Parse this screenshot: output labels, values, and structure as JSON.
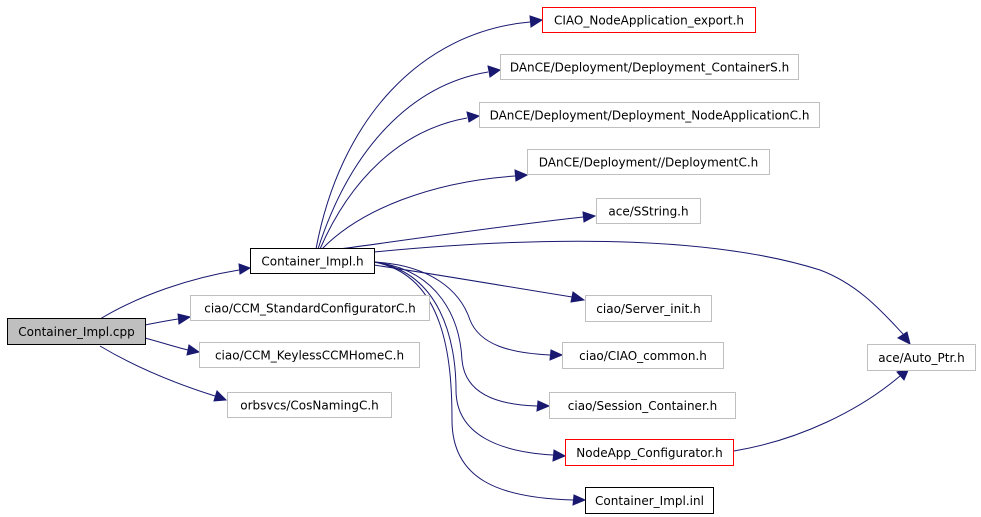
{
  "colors": {
    "edge": "#191970",
    "border_normal": "#bfbfbf",
    "border_linked": "#000000",
    "border_highlight": "#ff0000",
    "root_fill": "#bfbfbf",
    "fill": "#ffffff"
  },
  "nodes": {
    "container_impl_cpp": {
      "label": "Container_Impl.cpp",
      "style": "root"
    },
    "container_impl_h": {
      "label": "Container_Impl.h",
      "style": "linked"
    },
    "ccm_standard_configurator": {
      "label": "ciao/CCM_StandardConfiguratorC.h",
      "style": "normal"
    },
    "ccm_keyless_home": {
      "label": "ciao/CCM_KeylessCCMHomeC.h",
      "style": "normal"
    },
    "cos_naming": {
      "label": "orbsvcs/CosNamingC.h",
      "style": "normal"
    },
    "ciao_nodeapp_export": {
      "label": "CIAO_NodeApplication_export.h",
      "style": "highlight"
    },
    "deployment_containers": {
      "label": "DAnCE/Deployment/Deployment_ContainerS.h",
      "style": "normal"
    },
    "deployment_nodeappc": {
      "label": "DAnCE/Deployment/Deployment_NodeApplicationC.h",
      "style": "normal"
    },
    "deploymentc": {
      "label": "DAnCE/Deployment//DeploymentC.h",
      "style": "normal"
    },
    "sstring": {
      "label": "ace/SString.h",
      "style": "normal"
    },
    "auto_ptr": {
      "label": "ace/Auto_Ptr.h",
      "style": "normal"
    },
    "server_init": {
      "label": "ciao/Server_init.h",
      "style": "normal"
    },
    "ciao_common": {
      "label": "ciao/CIAO_common.h",
      "style": "normal"
    },
    "session_container": {
      "label": "ciao/Session_Container.h",
      "style": "normal"
    },
    "nodeapp_configurator": {
      "label": "NodeApp_Configurator.h",
      "style": "highlight"
    },
    "container_impl_inl": {
      "label": "Container_Impl.inl",
      "style": "linked"
    }
  }
}
